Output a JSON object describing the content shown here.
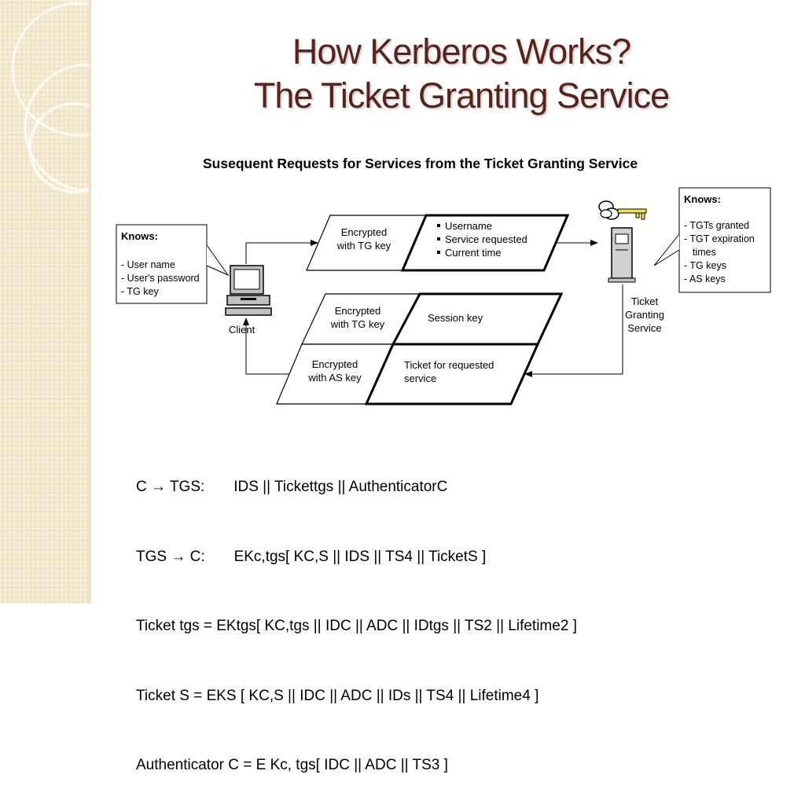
{
  "slide": {
    "title_line1": "How Kerberos Works?",
    "title_line2": "The Ticket Granting Service"
  },
  "diagram": {
    "heading": "Susequent Requests for Services from the Ticket Granting Service",
    "client_label": "Client",
    "client_knows": {
      "title": "Knows:",
      "items": [
        "- User name",
        "- User's password",
        "- TG key"
      ]
    },
    "tgs_label": [
      "Ticket",
      "Granting",
      "Service"
    ],
    "tgs_knows": {
      "title": "Knows:",
      "items": [
        "- TGTs granted",
        "- TGT expiration",
        "times",
        "- TG keys",
        "- AS keys"
      ]
    },
    "request": {
      "encrypted_label": [
        "Encrypted",
        "with TG key"
      ],
      "fields": [
        "Username",
        "Service requested",
        "Current time"
      ]
    },
    "reply_session": {
      "encrypted_label": [
        "Encrypted",
        "with TG key"
      ],
      "content": "Session key"
    },
    "reply_ticket": {
      "encrypted_label": [
        "Encrypted",
        "with AS key"
      ],
      "content": [
        "Ticket for requested",
        "service"
      ]
    }
  },
  "formulas": [
    "C → TGS:       IDS || Tickettgs || AuthenticatorC",
    "TGS → C:       EKc,tgs[ KC,S || IDS || TS4 || TicketS ]",
    "Ticket tgs = EKtgs[ KC,tgs || IDC || ADC || IDtgs || TS2 || Lifetime2 ]",
    "Ticket S = EKS [ KC,S || IDC || ADC || IDs || TS4 || Lifetime4 ]",
    "Authenticator C = E Kc, tgs[ IDC || ADC || TS3 ]"
  ]
}
